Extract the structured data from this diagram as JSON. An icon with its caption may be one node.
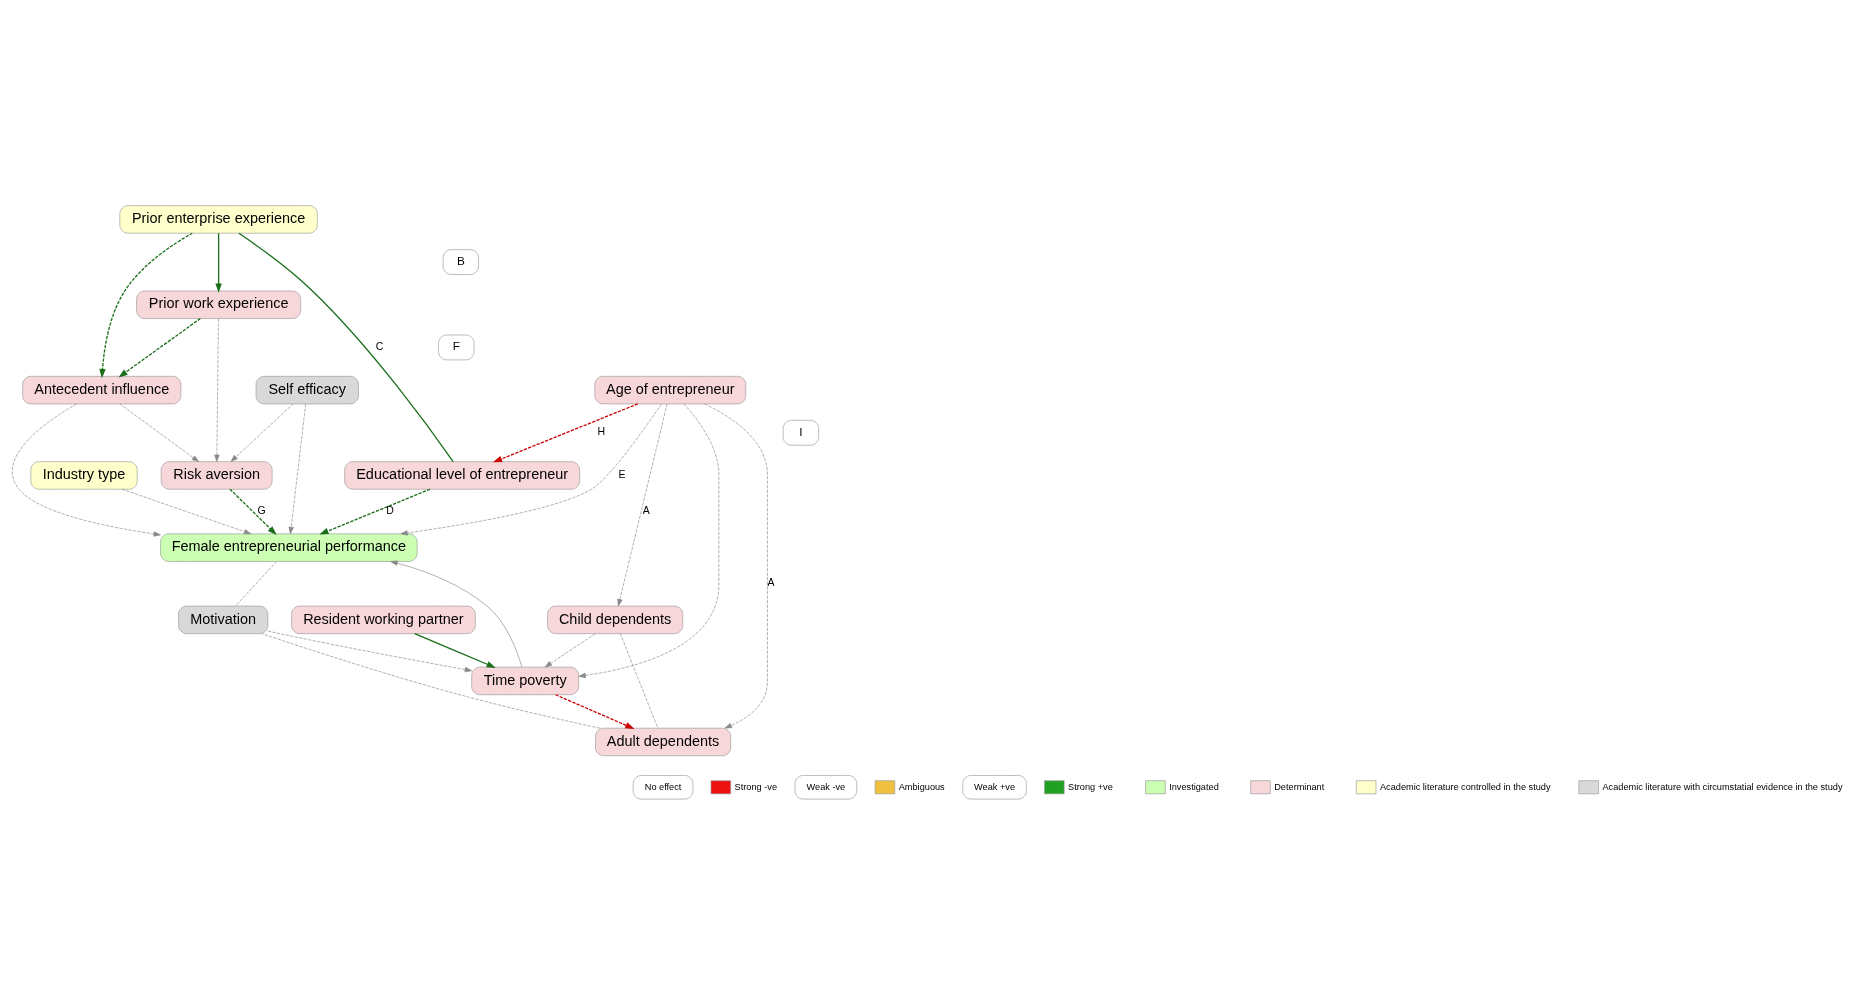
{
  "diagram": {
    "nodes": [
      {
        "text": [
          "Age of entrepreneur"
        ]
      },
      {
        "text": [
          "Educational level of entrepreneur"
        ]
      },
      {
        "text": [
          "Industry type"
        ]
      },
      {
        "text": [
          "Resident working partner"
        ]
      },
      {
        "text": [
          "Prior enterprise experience"
        ]
      },
      {
        "text": [
          "Antecedent influence"
        ]
      },
      {
        "text": [
          "Female entrepreneurial performance"
        ]
      },
      {
        "text": [
          "Time poverty"
        ]
      },
      {
        "text": [
          "Child dependents"
        ]
      },
      {
        "text": [
          "Prior work experience"
        ]
      },
      {
        "text": [
          "Adult dependents"
        ]
      },
      {
        "text": [
          "Risk aversion"
        ]
      },
      {
        "text": [
          "Self efficacy"
        ]
      },
      {
        "text": [
          "Motivation"
        ]
      }
    ],
    "edges": [
      {
        "from": 0,
        "to": 1,
        "arrow": "to",
        "label": "H",
        "style": "dashed",
        "color": "#cc0000"
      },
      {
        "from": 0,
        "to": 6,
        "arrow": "to",
        "label": "E",
        "style": "dashed"
      },
      {
        "from": 0,
        "to": 7,
        "arrow": "to",
        "style": "dashed"
      },
      {
        "from": 0,
        "to": 8,
        "arrow": "to",
        "label": "A",
        "style": "dashed"
      },
      {
        "from": 0,
        "to": 10,
        "arrow": "to",
        "label": "A",
        "style": "dashed"
      },
      {
        "from": 2,
        "to": 6,
        "arrow": "to",
        "style": "dashed"
      },
      {
        "from": 1,
        "to": 6,
        "arrow": "to",
        "label": "D",
        "style": "dashed",
        "color": "#1a6e1a"
      },
      {
        "from": 4,
        "to": 1,
        "arrow": "none",
        "label": "C",
        "color": "#1a6e1a"
      },
      {
        "from": 3,
        "to": 7,
        "arrow": "to",
        "color": "#1a6e1a"
      },
      {
        "from": 4,
        "to": 5,
        "arrow": "to",
        "style": "dashed",
        "color": "#1a6e1a"
      },
      {
        "from": 4,
        "to": 9,
        "arrow": "to",
        "color": "#1a6e1a"
      },
      {
        "from": 9,
        "to": 5,
        "arrow": "to",
        "style": "dashed",
        "color": "#1a6e1a"
      },
      {
        "from": 5,
        "to": 6,
        "arrow": "to",
        "style": "dashed"
      },
      {
        "from": 7,
        "to": 6,
        "arrow": "to"
      },
      {
        "from": 8,
        "to": 7,
        "arrow": "to",
        "style": "dashed"
      },
      {
        "from": 7,
        "to": 10,
        "arrow": "to",
        "style": "dashed",
        "color": "#cc0000"
      },
      {
        "from": 8,
        "to": 10,
        "arrow": "none",
        "style": "dashed"
      },
      {
        "from": 5,
        "to": 11,
        "arrow": "to",
        "style": "dashed"
      },
      {
        "from": 11,
        "to": 6,
        "arrow": "to",
        "label": "G",
        "style": "dashed",
        "color": "#1a6e1a"
      },
      {
        "from": 9,
        "to": 11,
        "arrow": "to",
        "style": "dashed"
      },
      {
        "from": 12,
        "to": 11,
        "arrow": "to",
        "style": "dashed"
      },
      {
        "from": 12,
        "to": 6,
        "arrow": "to",
        "style": "dashed"
      },
      {
        "from": 6,
        "to": 13,
        "arrow": "none",
        "style": "dashed"
      },
      {
        "from": 13,
        "to": 7,
        "arrow": "to",
        "style": "dashed"
      },
      {
        "from": 10,
        "to": 13,
        "arrow": "none",
        "style": "dashed"
      }
    ],
    "labels": [
      "B",
      "F",
      "I"
    ],
    "legend": [
      {
        "text": "No effect"
      },
      {
        "text": "Strong -ve",
        "color": "#ee1111"
      },
      {
        "text": "Weak -ve"
      },
      {
        "text": "Ambiguous",
        "color": "#f0c040"
      },
      {
        "text": "Weak +ve"
      },
      {
        "text": "Strong +ve",
        "color": "#22a022"
      },
      {
        "text": "Investigated",
        "color": "#ccffb3"
      },
      {
        "text": "Determinant",
        "color": "#f8d7da"
      },
      {
        "text": "Academic literature controlled in the study",
        "color": "#ffffcc"
      },
      {
        "text": "Academic literature with circumstatial evidence in the study",
        "color": "#d9d9d9"
      }
    ]
  }
}
